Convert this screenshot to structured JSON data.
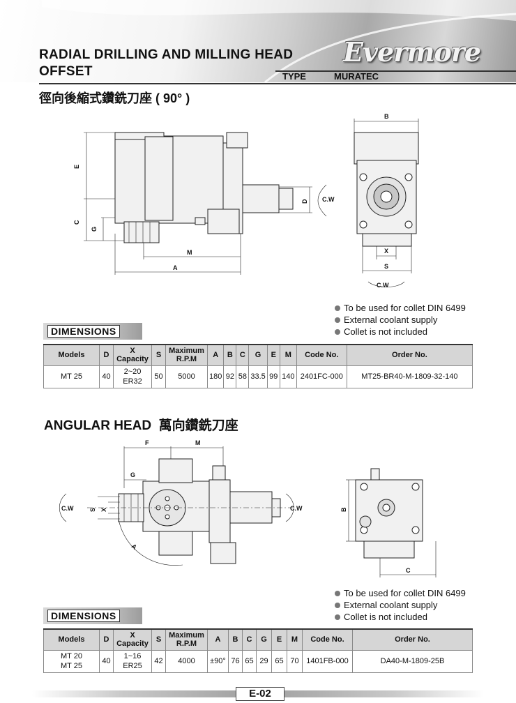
{
  "header": {
    "title_line1": "RADIAL DRILLING AND MILLING HEAD",
    "title_line2": "OFFSET",
    "logo_text": "Evermore",
    "type_label": "TYPE",
    "type_value": "MURATEC",
    "subtitle": "徑向後縮式鑽銑刀座 ( 90° )"
  },
  "section1": {
    "dimensions_label": "DIMENSIONS",
    "notes": [
      "To be used for collet DIN 6499",
      "External coolant supply",
      "Collet is not included"
    ],
    "drawing_labels": {
      "E": "E",
      "C": "C",
      "G": "G",
      "M": "M",
      "A": "A",
      "D": "D",
      "B": "B",
      "X": "X",
      "S": "S",
      "cw": "C.W"
    },
    "table": {
      "headers": [
        "Models",
        "D",
        "X Capacity",
        "S",
        "Maximum R.P.M",
        "A",
        "B",
        "C",
        "G",
        "E",
        "M",
        "Code No.",
        "Order No."
      ],
      "header_x": "X",
      "header_capacity": "Capacity",
      "header_max": "Maximum",
      "header_rpm": "R.P.M",
      "row": {
        "model": "MT 25",
        "d": "40",
        "x1": "2~20",
        "x2": "ER32",
        "s": "50",
        "rpm": "5000",
        "a": "180",
        "b": "92",
        "c": "58",
        "g": "33.5",
        "e": "99",
        "m": "140",
        "code": "2401FC-000",
        "order": "MT25-BR40-M-1809-32-140"
      }
    }
  },
  "section2": {
    "title": "ANGULAR HEAD",
    "title_cn": "萬向鑽銑刀座",
    "dimensions_label": "DIMENSIONS",
    "notes": [
      "To be used for collet DIN 6499",
      "External coolant supply",
      "Collet is not included"
    ],
    "drawing_labels": {
      "F": "F",
      "M": "M",
      "G": "G",
      "S": "S",
      "X": "X",
      "A": "A",
      "B": "B",
      "C": "C",
      "cw": "C.W"
    },
    "table": {
      "headers": [
        "Models",
        "D",
        "X Capacity",
        "S",
        "Maximum R.P.M",
        "A",
        "B",
        "C",
        "G",
        "E",
        "M",
        "Code No.",
        "Order No."
      ],
      "header_x": "X",
      "header_capacity": "Capacity",
      "header_max": "Maximum",
      "header_rpm": "R.P.M",
      "row": {
        "model1": "MT 20",
        "model2": "MT 25",
        "d": "40",
        "x1": "1~16",
        "x2": "ER25",
        "s": "42",
        "rpm": "4000",
        "a": "±90°",
        "b": "76",
        "c": "65",
        "g": "29",
        "e": "65",
        "m": "70",
        "code": "1401FB-000",
        "order": "DA40-M-1809-25B"
      }
    }
  },
  "footer": {
    "page": "E-02"
  }
}
